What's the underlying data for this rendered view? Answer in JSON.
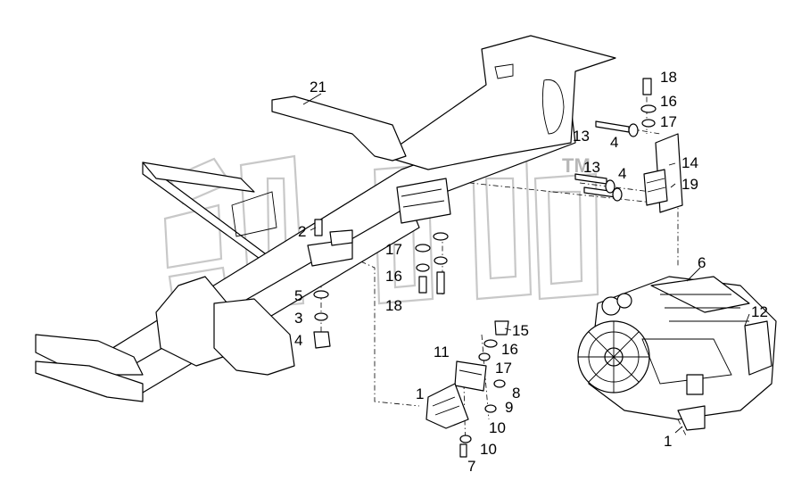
{
  "diagram": {
    "watermark_tm": "TM",
    "callouts": [
      {
        "id": "c21",
        "text": "21"
      },
      {
        "id": "c2",
        "text": "2"
      },
      {
        "id": "c5",
        "text": "5"
      },
      {
        "id": "c3",
        "text": "3"
      },
      {
        "id": "c4a",
        "text": "4"
      },
      {
        "id": "c17a",
        "text": "17"
      },
      {
        "id": "c16a",
        "text": "16"
      },
      {
        "id": "c18a",
        "text": "18"
      },
      {
        "id": "c18b",
        "text": "18"
      },
      {
        "id": "c16b",
        "text": "16"
      },
      {
        "id": "c17b",
        "text": "17"
      },
      {
        "id": "c13a",
        "text": "13"
      },
      {
        "id": "c4b",
        "text": "4"
      },
      {
        "id": "c13b",
        "text": "13"
      },
      {
        "id": "c4c",
        "text": "4"
      },
      {
        "id": "c14",
        "text": "14"
      },
      {
        "id": "c19",
        "text": "19"
      },
      {
        "id": "c6",
        "text": "6"
      },
      {
        "id": "c12",
        "text": "12"
      },
      {
        "id": "c15",
        "text": "15"
      },
      {
        "id": "c16c",
        "text": "16"
      },
      {
        "id": "c11",
        "text": "11"
      },
      {
        "id": "c17c",
        "text": "17"
      },
      {
        "id": "c8",
        "text": "8"
      },
      {
        "id": "c1a",
        "text": "1"
      },
      {
        "id": "c9",
        "text": "9"
      },
      {
        "id": "c10a",
        "text": "10"
      },
      {
        "id": "c10b",
        "text": "10"
      },
      {
        "id": "c7",
        "text": "7"
      },
      {
        "id": "c1b",
        "text": "1"
      }
    ]
  }
}
